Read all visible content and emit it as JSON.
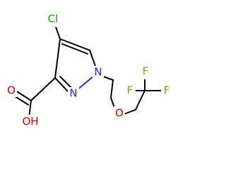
{
  "structure": {
    "atoms": {
      "cl": "Cl",
      "n1": "N",
      "n2": "N",
      "o_carbonyl": "O",
      "oh": "OH",
      "o_ether": "O",
      "f_left": "F",
      "f_right": "F",
      "f_bottom": "F"
    },
    "colors": {
      "bond": "#000000",
      "chlorine": "#1aa000",
      "oxygen": "#d40000",
      "nitrogen": "#2222ff",
      "fluorine": "#66b800"
    }
  }
}
